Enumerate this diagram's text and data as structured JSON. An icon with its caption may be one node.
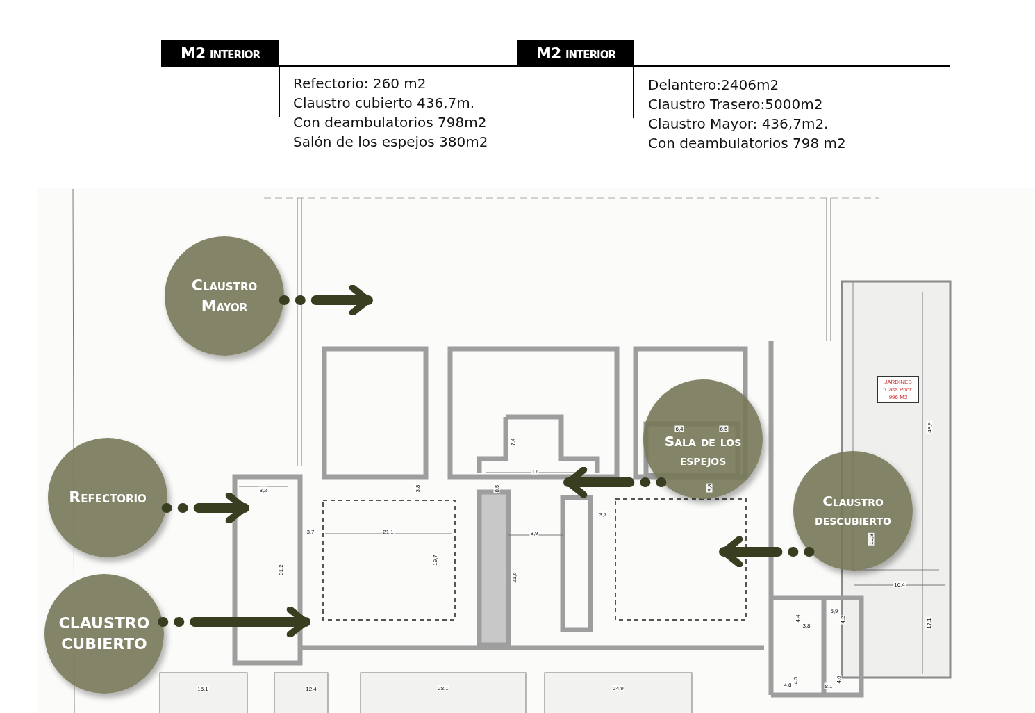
{
  "diagram": {
    "nodes": [
      {
        "text": [
          "M2 interior"
        ]
      },
      {
        "text": [
          "M2 interior"
        ]
      },
      {
        "text": [
          "Claustro Mayor"
        ]
      },
      {
        "text": [
          "Refectorio"
        ]
      },
      {
        "text": [
          "CLAUSTRO CUBIERTO"
        ]
      },
      {
        "text": [
          "Sala de los espejos"
        ]
      },
      {
        "text": [
          "Claustro descubierto"
        ]
      },
      {
        "text": [
          "JARDINES \"Casa Prior\" 996 M2"
        ]
      }
    ],
    "edges": [
      {
        "from": 2,
        "to": null,
        "arrow": "to"
      },
      {
        "from": 3,
        "to": null,
        "arrow": "to"
      },
      {
        "from": 4,
        "to": null,
        "arrow": "to"
      },
      {
        "from": 5,
        "to": null,
        "arrow": "to"
      },
      {
        "from": 6,
        "to": null,
        "arrow": "to"
      }
    ],
    "labels": [
      "Refectorio: 260 m2",
      "Claustro cubierto 436,7m.",
      "Con deambulatorios 798m2",
      "Salón de los espejos 380m2",
      "Delantero:2406m2",
      "Claustro Trasero:5000m2",
      "Claustro Mayor: 436,7m2.",
      "Con deambulatorios 798 m2",
      "6,4",
      "6,5",
      "7,4",
      "48,9",
      "17",
      "8,2",
      "3,8",
      "8,5",
      "3,8",
      "3,7",
      "3,7",
      "21,1",
      "8,9",
      "10,8",
      "19,7",
      "31,2",
      "21,6",
      "16,4",
      "5,9",
      "4,4",
      "4,2",
      "3,8",
      "17,1",
      "4,5",
      "4,6",
      "4,8",
      "8,1",
      "15,1",
      "12,4",
      "28,1",
      "24,9"
    ]
  }
}
